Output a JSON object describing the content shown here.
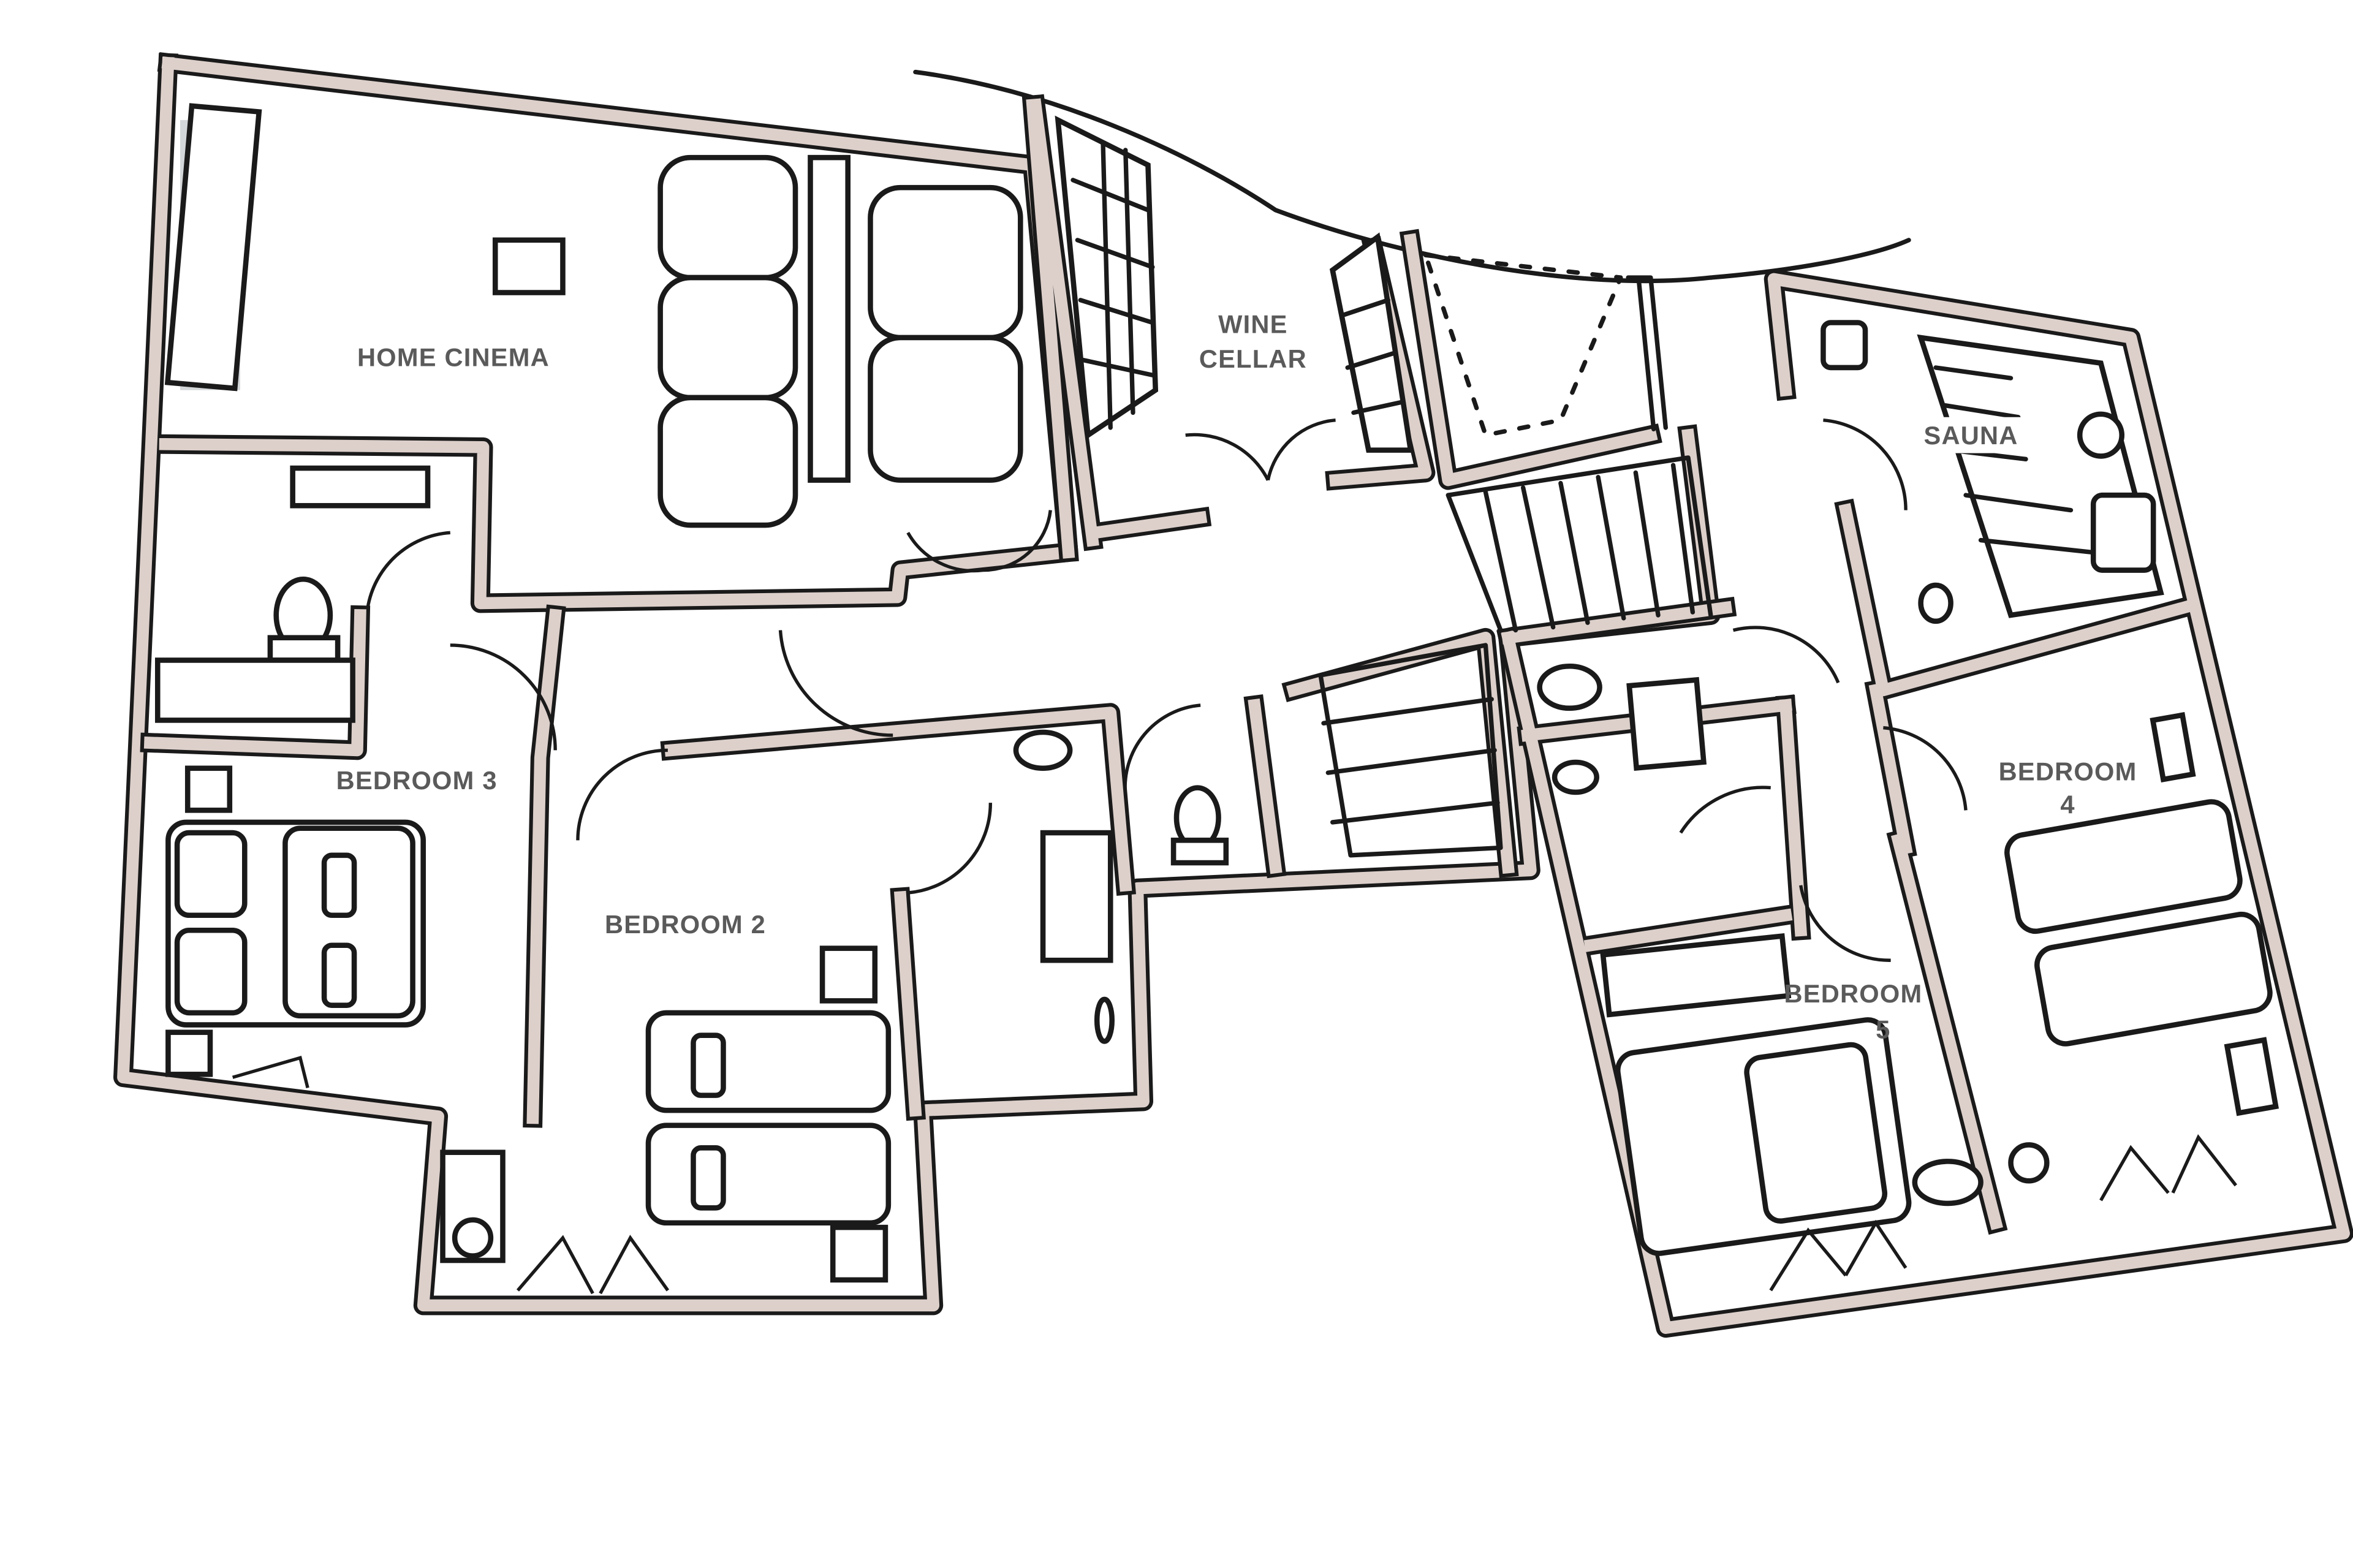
{
  "plan": {
    "wall_color": "#ddd0cb",
    "furniture_shade_color": "#d4d7d9",
    "label_color": "#5a5a5a",
    "rooms": [
      {
        "id": "home-cinema",
        "label": "HOME CINEMA"
      },
      {
        "id": "wine-cellar",
        "label_line1": "WINE",
        "label_line2": "CELLAR"
      },
      {
        "id": "sauna",
        "label": "SAUNA"
      },
      {
        "id": "bedroom-3",
        "label": "BEDROOM 3"
      },
      {
        "id": "bedroom-2",
        "label": "BEDROOM 2"
      },
      {
        "id": "bedroom-4",
        "label_line1": "BEDROOM",
        "label_line2": "4"
      },
      {
        "id": "bedroom-5",
        "label_line1": "BEDROOM",
        "label_line2": "5"
      }
    ]
  }
}
